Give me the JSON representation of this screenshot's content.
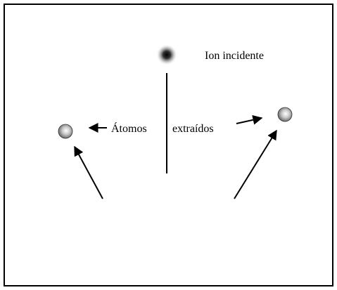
{
  "labels": {
    "incident_ion": "Ion incidente",
    "ejected_atoms_left": "Átomos",
    "ejected_atoms_right": "extraídos"
  },
  "colors": {
    "frame": "#000000",
    "ion_core": "#000000",
    "atom_dark": "#6e6e6e",
    "atom_light": "#f2f2f2",
    "arrow": "#000000",
    "background": "#ffffff"
  }
}
